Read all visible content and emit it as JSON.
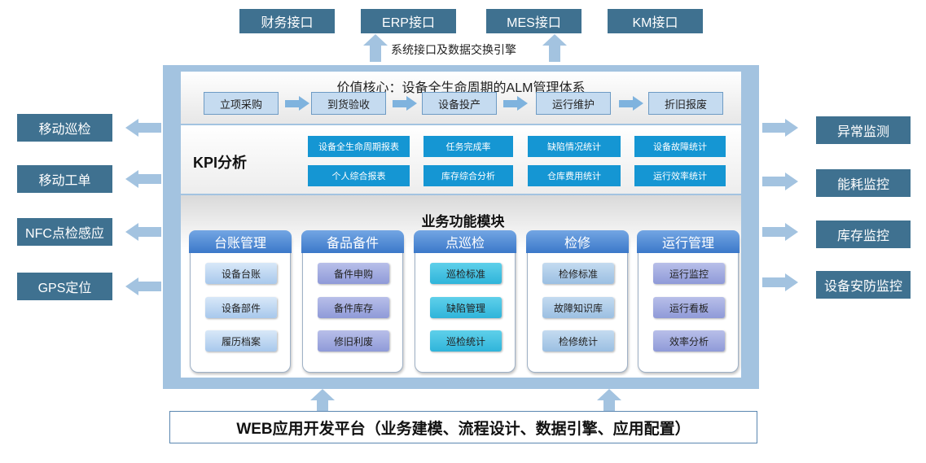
{
  "top_interfaces": [
    "财务接口",
    "ERP接口",
    "MES接口",
    "KM接口"
  ],
  "top_caption": "系统接口及数据交换引擎",
  "core": {
    "title": "价值核心：设备全生命周期的ALM管理体系",
    "stages": [
      "立项采购",
      "到货验收",
      "设备投产",
      "运行维护",
      "折旧报废"
    ]
  },
  "kpi": {
    "title": "KPI分析",
    "items": [
      "设备全生命周期报表",
      "任务完成率",
      "缺陷情况统计",
      "设备故障统计",
      "个人综合报表",
      "库存综合分析",
      "仓库费用统计",
      "运行效率统计"
    ]
  },
  "business": {
    "title": "业务功能模块",
    "columns": [
      {
        "name": "台账管理",
        "items": [
          "设备台账",
          "设备部件",
          "履历档案"
        ]
      },
      {
        "name": "备品备件",
        "items": [
          "备件申购",
          "备件库存",
          "修旧利废"
        ]
      },
      {
        "name": "点巡检",
        "items": [
          "巡检标准",
          "缺陷管理",
          "巡检统计"
        ]
      },
      {
        "name": "检修",
        "items": [
          "检修标准",
          "故障知识库",
          "检修统计"
        ]
      },
      {
        "name": "运行管理",
        "items": [
          "运行监控",
          "运行看板",
          "效率分析"
        ]
      }
    ]
  },
  "left_outputs": [
    "移动巡检",
    "移动工单",
    "NFC点检感应",
    "GPS定位"
  ],
  "right_inputs": [
    "异常监测",
    "能耗监控",
    "库存监控",
    "设备安防监控"
  ],
  "platform": "WEB应用开发平台（业务建模、流程设计、数据引擎、应用配置）",
  "colors": {
    "dark_box": "#3f7190",
    "frame": "#a3c3e0",
    "kpi_button": "#1596d3",
    "module_header": "#3b78c9"
  }
}
